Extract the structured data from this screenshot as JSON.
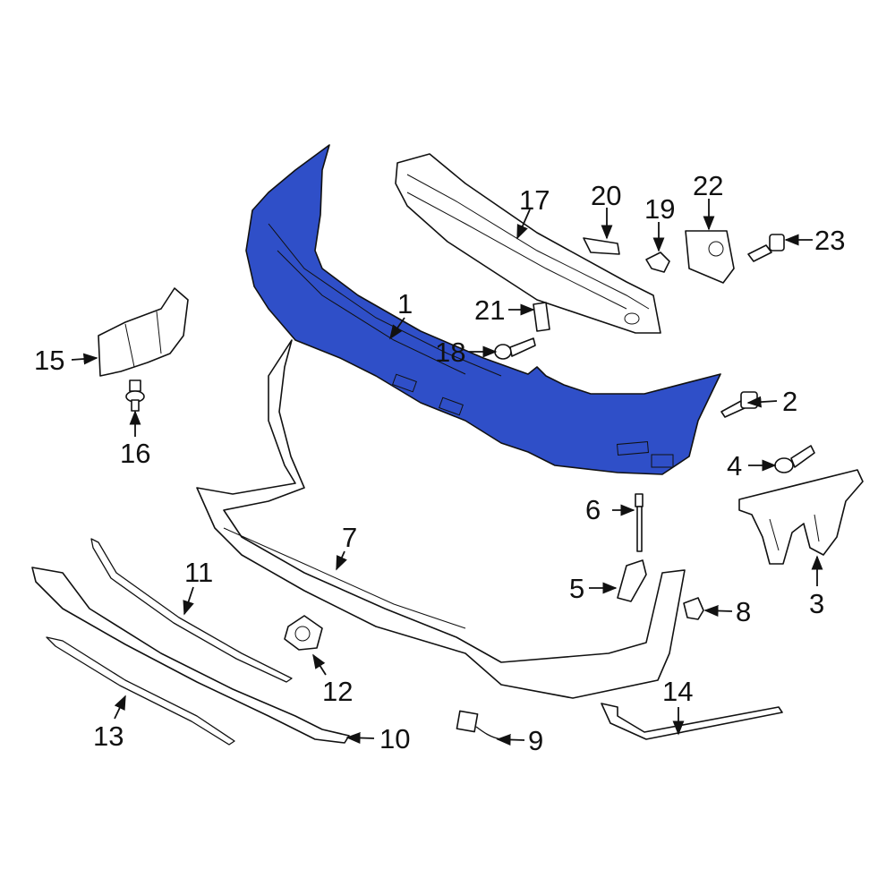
{
  "diagram": {
    "highlight_color": "#2f4fc8",
    "line_color": "#111111",
    "background": "#ffffff",
    "callouts": {
      "c1": "1",
      "c2": "2",
      "c3": "3",
      "c4": "4",
      "c5": "5",
      "c6": "6",
      "c7": "7",
      "c8": "8",
      "c9": "9",
      "c10": "10",
      "c11": "11",
      "c12": "12",
      "c13": "13",
      "c14": "14",
      "c15": "15",
      "c16": "16",
      "c17": "17",
      "c18": "18",
      "c19": "19",
      "c20": "20",
      "c21": "21",
      "c22": "22",
      "c23": "23"
    }
  }
}
